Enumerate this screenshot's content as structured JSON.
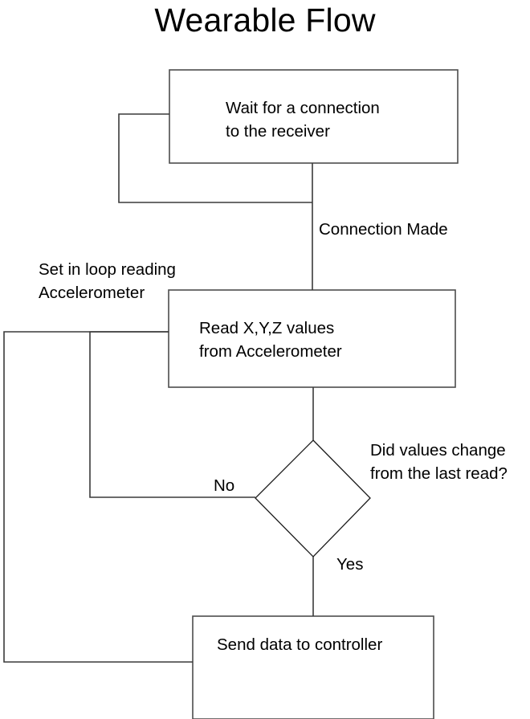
{
  "diagram": {
    "title": "Wearable Flow",
    "type": "flowchart",
    "orientation": "top-to-bottom",
    "background_color": "#ffffff",
    "stroke_color": "#4d4d4d",
    "text_color": "#000000",
    "nodes": [
      {
        "id": "wait-for-connection",
        "shape": "rectangle",
        "text_line1": "Wait for a connection",
        "text_line2": "to the receiver"
      },
      {
        "id": "read-values",
        "shape": "rectangle",
        "text_line1": "Read X,Y,Z values",
        "text_line2": "from Accelerometer"
      },
      {
        "id": "values-changed",
        "shape": "diamond",
        "text_line1": "Did values change",
        "text_line2": "from the last read?"
      },
      {
        "id": "send-data",
        "shape": "rectangle",
        "text_line1": "Send data to controller",
        "text_line2": ""
      }
    ],
    "edge_labels": {
      "connection_made": "Connection Made",
      "loop_reading_line1": "Set in loop reading",
      "loop_reading_line2": "Accelerometer",
      "decision_no": "No",
      "decision_yes": "Yes"
    }
  }
}
